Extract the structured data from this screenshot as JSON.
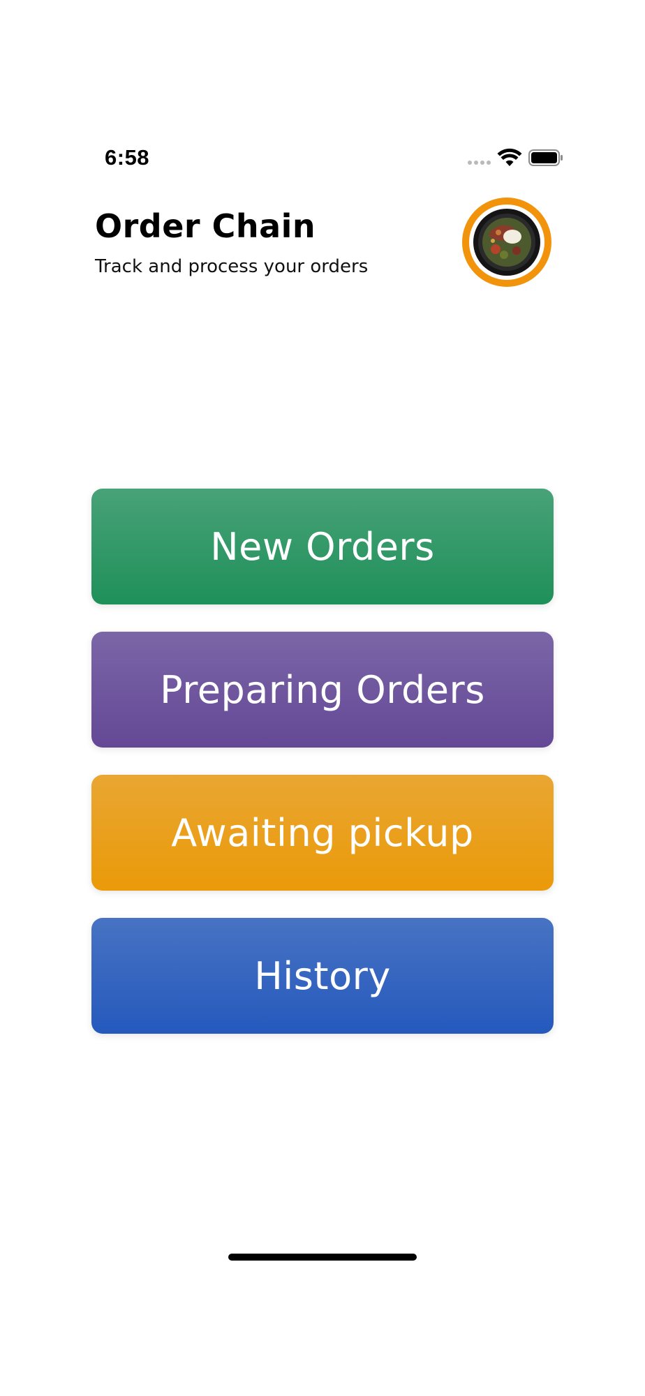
{
  "status_bar": {
    "time": "6:58",
    "icons": [
      "cellular-signal-icon",
      "wifi-icon",
      "battery-icon"
    ]
  },
  "header": {
    "title": "Order Chain",
    "subtitle": "Track and process your orders",
    "avatar": {
      "icon": "food-bowl-avatar",
      "ring_color": "#f2940b"
    }
  },
  "menu": {
    "buttons": [
      {
        "label": "New Orders",
        "color": "#2e9a68"
      },
      {
        "label": "Preparing Orders",
        "color": "#6f579e"
      },
      {
        "label": "Awaiting pickup",
        "color": "#eaa01c"
      },
      {
        "label": "History",
        "color": "#3666c0"
      }
    ]
  }
}
